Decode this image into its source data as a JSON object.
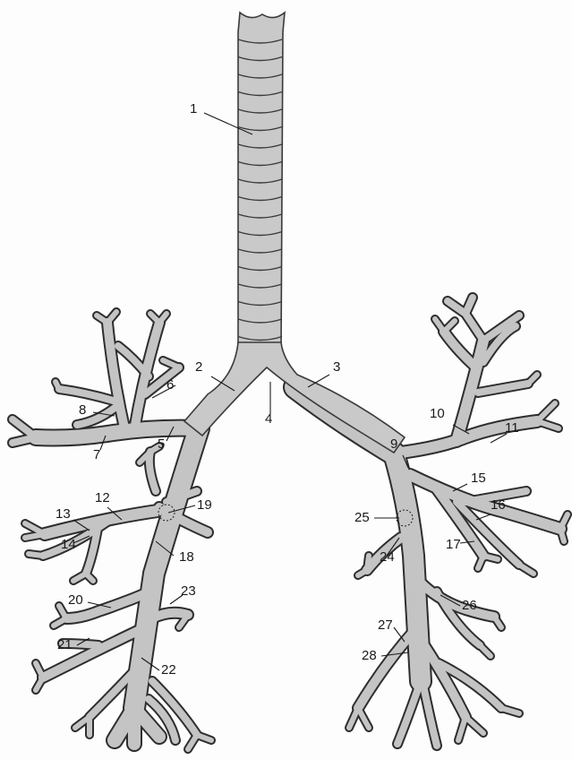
{
  "labels": [
    {
      "id": "1",
      "text": "1"
    },
    {
      "id": "2",
      "text": "2"
    },
    {
      "id": "3",
      "text": "3"
    },
    {
      "id": "4",
      "text": "4"
    },
    {
      "id": "5",
      "text": "5"
    },
    {
      "id": "6",
      "text": "6"
    },
    {
      "id": "7",
      "text": "7"
    },
    {
      "id": "8",
      "text": "8"
    },
    {
      "id": "9",
      "text": "9"
    },
    {
      "id": "10",
      "text": "10"
    },
    {
      "id": "11",
      "text": "11"
    },
    {
      "id": "12",
      "text": "12"
    },
    {
      "id": "13",
      "text": "13"
    },
    {
      "id": "14",
      "text": "14"
    },
    {
      "id": "15",
      "text": "15"
    },
    {
      "id": "16",
      "text": "16"
    },
    {
      "id": "17",
      "text": "17"
    },
    {
      "id": "18",
      "text": "18"
    },
    {
      "id": "19",
      "text": "19"
    },
    {
      "id": "20",
      "text": "20"
    },
    {
      "id": "21",
      "text": "21"
    },
    {
      "id": "22",
      "text": "22"
    },
    {
      "id": "23",
      "text": "23"
    },
    {
      "id": "24",
      "text": "24"
    },
    {
      "id": "25",
      "text": "25"
    },
    {
      "id": "26",
      "text": "26"
    },
    {
      "id": "27",
      "text": "27"
    },
    {
      "id": "28",
      "text": "28"
    }
  ],
  "colors": {
    "tissue": "#c9c9c9",
    "outline": "#2e2e2e",
    "ink": "#1a1a1a",
    "background": "#fdfdfd"
  }
}
